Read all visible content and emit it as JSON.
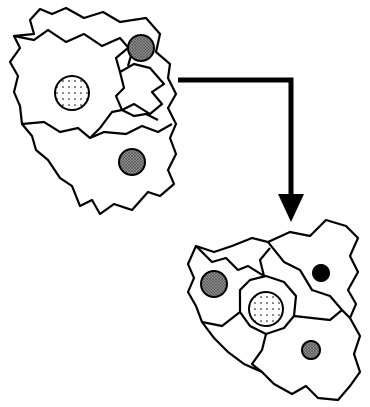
{
  "diagram": {
    "colors": {
      "background": "#ffffff",
      "outline": "#000000",
      "region_fill": "#ffffff",
      "cross_hatch_spot": "#8c8c8c",
      "dotted_spot": "#ffffff",
      "solid_spot": "#000000"
    },
    "panels": [
      {
        "id": "before",
        "regions": [
          "region-top",
          "region-right-small",
          "region-left-large",
          "region-bottom"
        ],
        "spots": [
          "cross-hatch",
          "dotted",
          "cross-hatch"
        ]
      },
      {
        "id": "after",
        "regions": [
          "region-top-right",
          "region-left",
          "region-center",
          "region-bottom-right"
        ],
        "spots": [
          "cross-hatch",
          "dotted",
          "solid",
          "cross-hatch"
        ]
      }
    ],
    "arrow": {
      "direction": "right-then-down"
    }
  }
}
